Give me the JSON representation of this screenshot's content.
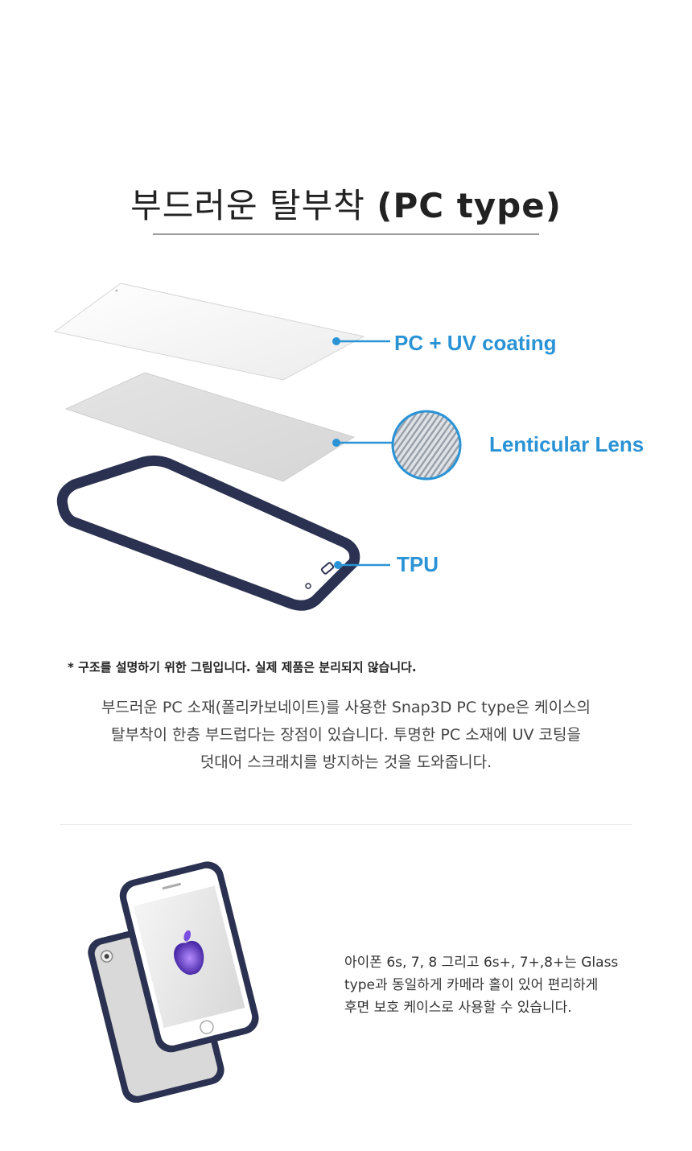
{
  "title": {
    "main": "부드러운 탈부착",
    "suffix": "(PC type)"
  },
  "callouts": {
    "pc_uv": "PC + UV coating",
    "lens": "Lenticular Lens",
    "tpu": "TPU"
  },
  "note": "* 구조를 설명하기 위한 그림입니다. 실제 제품은 분리되지 않습니다.",
  "description": [
    "부드러운 PC 소재(폴리카보네이트)를 사용한 Snap3D PC type은 케이스의",
    "탈부착이 한층 부드럽다는 장점이 있습니다. 투명한 PC 소재에 UV 코팅을",
    "덧대어 스크래치를 방지하는 것을 도와줍니다."
  ],
  "side_text": [
    "아이폰 6s, 7, 8 그리고 6s+, 7+,8+는 Glass",
    "type과 동일하게 카메라 홀이 있어 편리하게",
    "후면 보호 케이스로 사용할 수 있습니다."
  ],
  "colors": {
    "accent": "#2a93d6",
    "frame": "#2b3150"
  }
}
